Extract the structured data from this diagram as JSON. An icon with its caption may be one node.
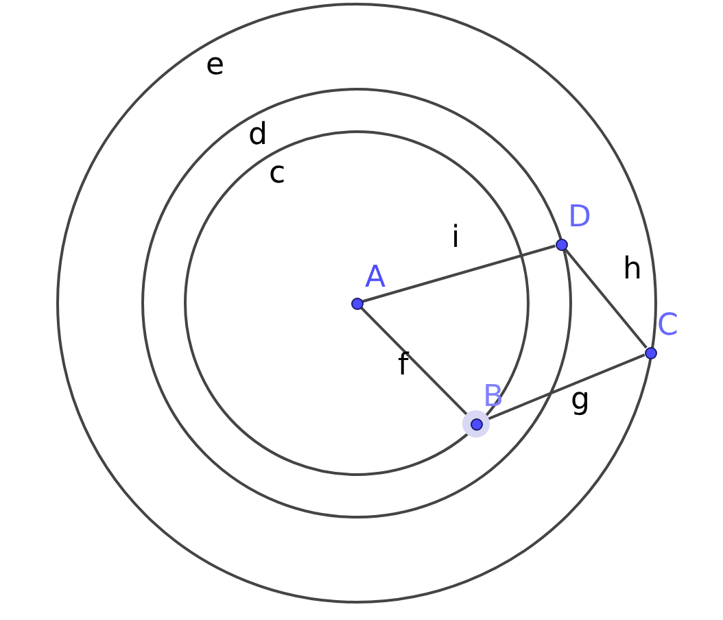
{
  "diagram": {
    "nodes": [
      {
        "text": [],
        "shape": "circle",
        "beside": [
          "A"
        ]
      },
      {
        "text": [],
        "shape": "circle",
        "beside": [
          "B"
        ]
      },
      {
        "text": [],
        "shape": "circle",
        "beside": [
          "C"
        ]
      },
      {
        "text": [],
        "shape": "circle",
        "beside": [
          "D"
        ]
      }
    ],
    "edges": [
      {
        "from": 0,
        "to": 3,
        "arrow": "none",
        "label": "i"
      },
      {
        "from": 3,
        "to": 2,
        "arrow": "none",
        "label": "h"
      },
      {
        "from": 0,
        "to": 1,
        "arrow": "none",
        "label": "f"
      },
      {
        "from": 1,
        "to": 2,
        "arrow": "none",
        "label": "g"
      }
    ],
    "labels": [
      "e",
      "d",
      "c"
    ]
  }
}
